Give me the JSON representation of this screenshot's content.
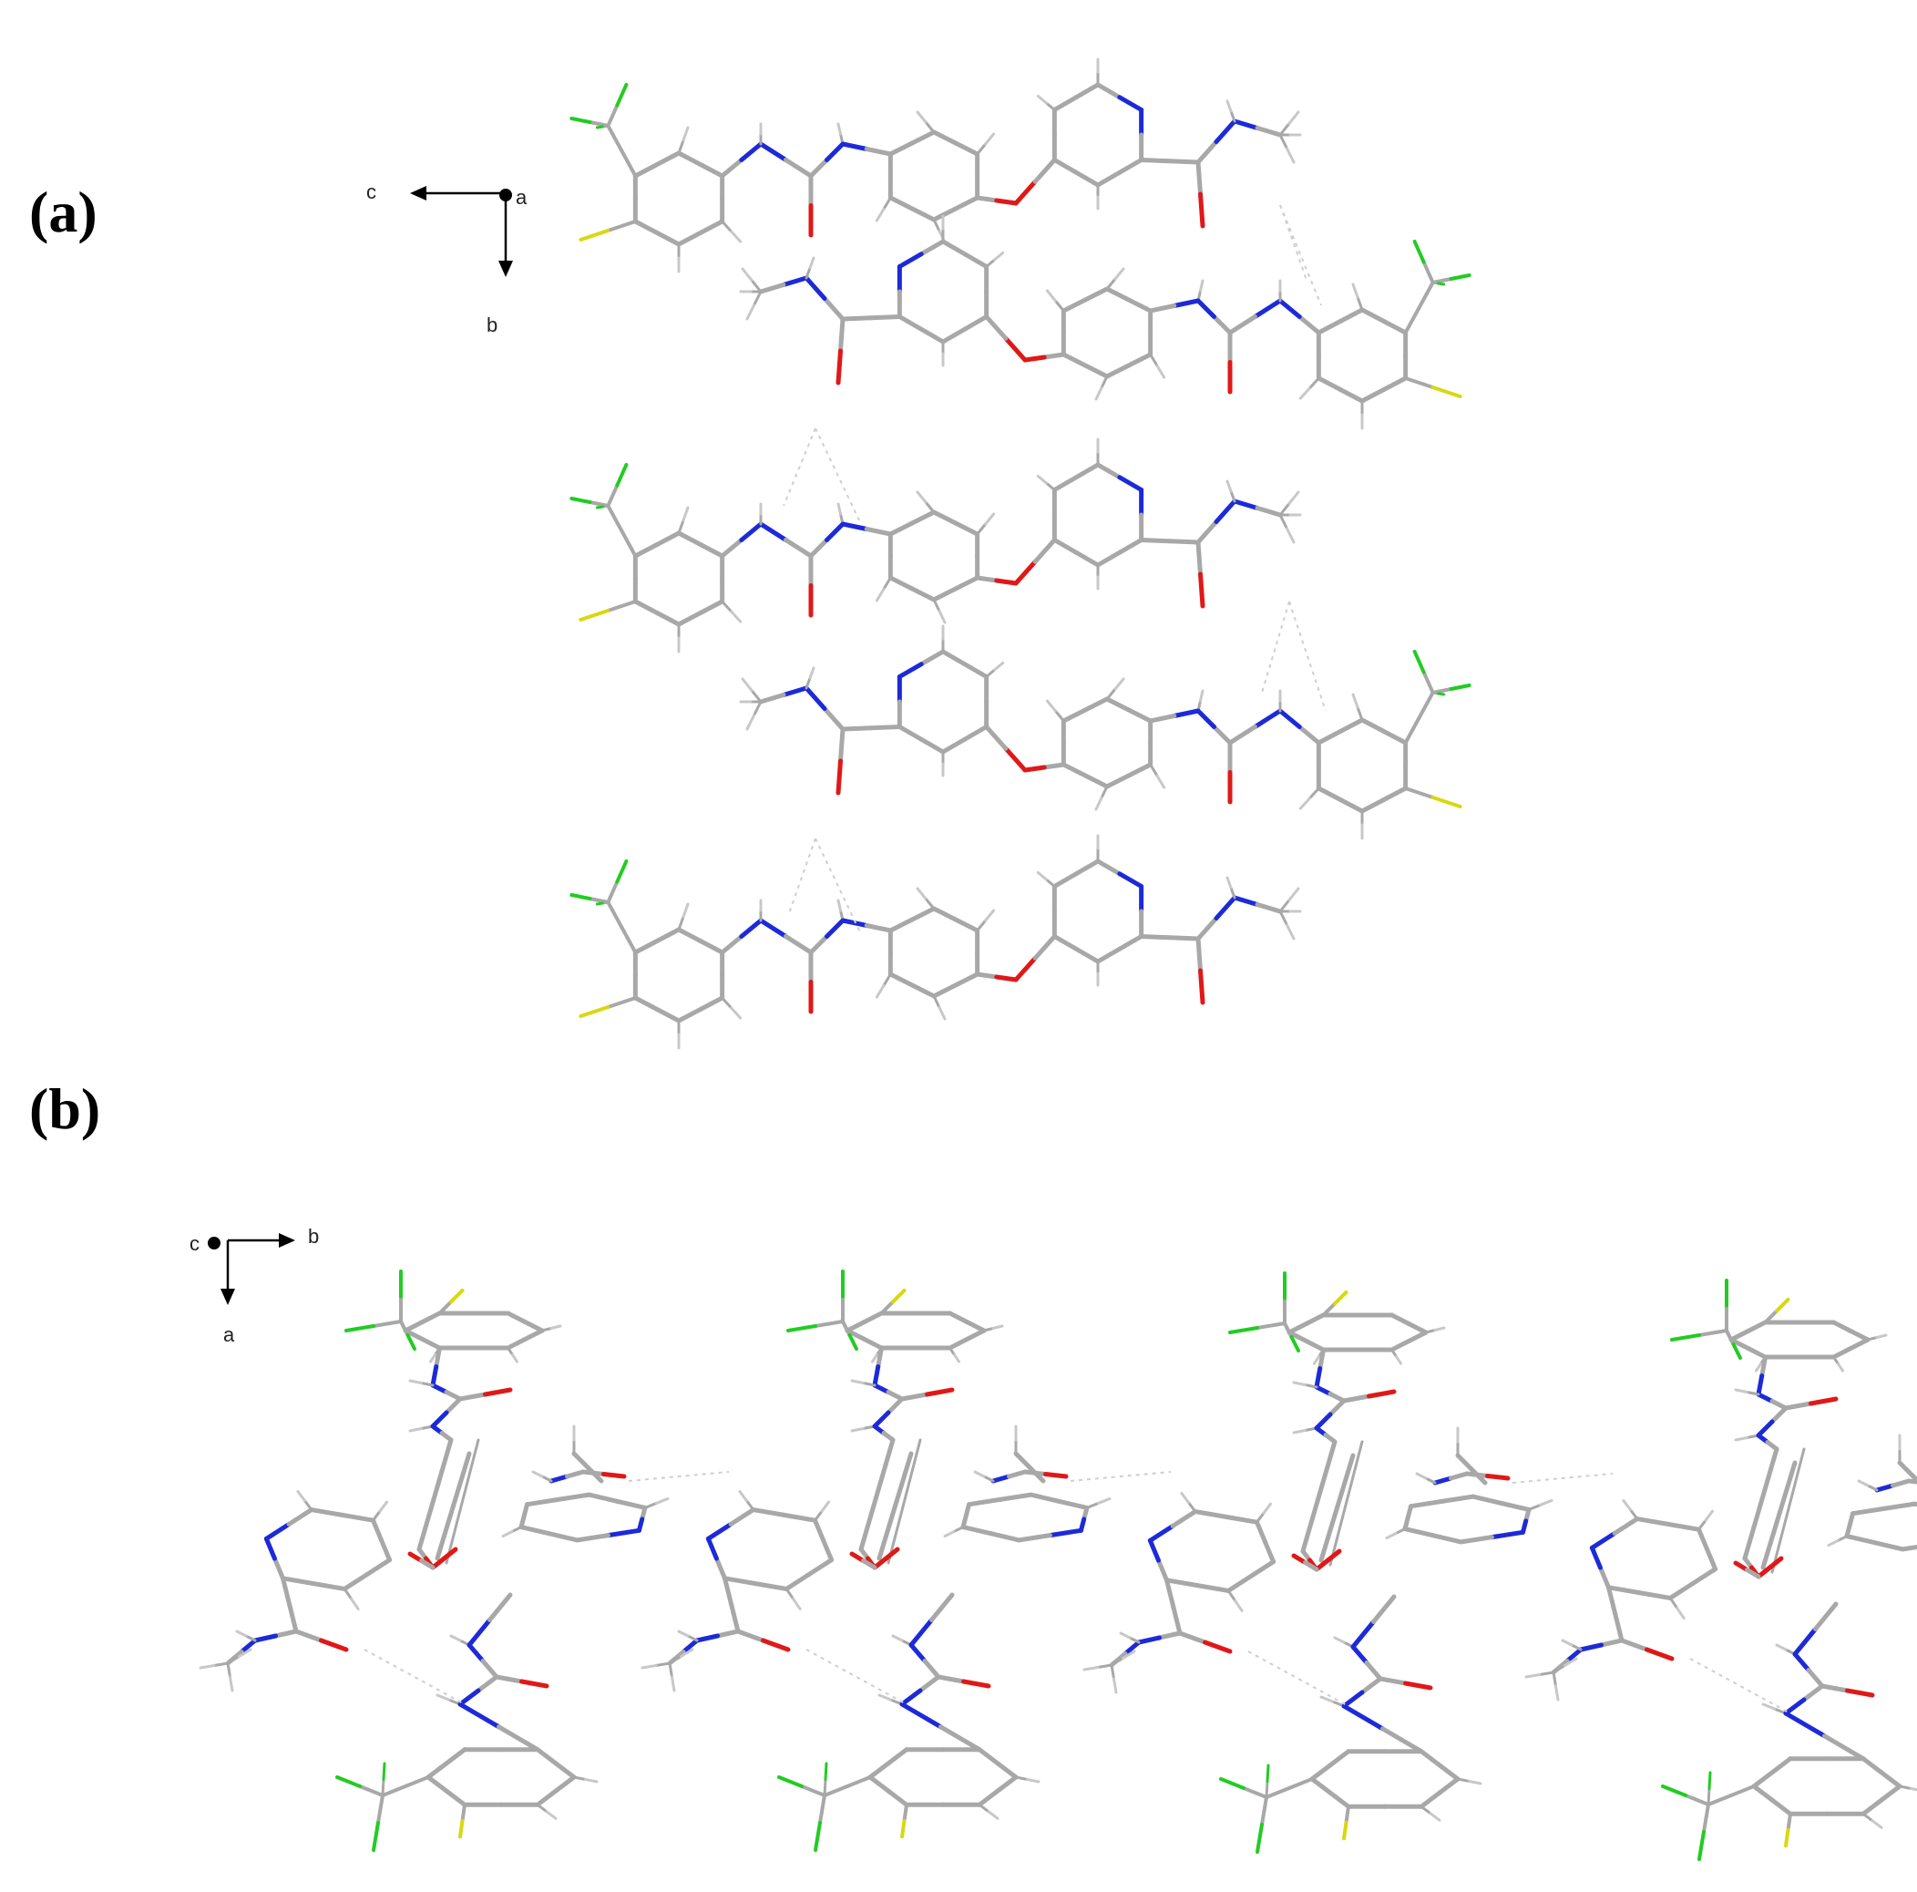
{
  "panels": [
    {
      "label": "(a)",
      "axes": {
        "horizontal": "c",
        "vertical": "b",
        "out_of_plane": "a"
      }
    },
    {
      "label": "(b)",
      "axes": {
        "horizontal": "b",
        "vertical": "a",
        "out_of_plane": "c"
      }
    }
  ],
  "colors": {
    "carbon": "#a8a8a8",
    "hydrogen": "#c8c8c8",
    "nitrogen": "#1c2ad8",
    "oxygen": "#e01818",
    "fluorine": "#22cc22",
    "chlorine": "#d8d810",
    "hbond": "#cfcfcf"
  }
}
